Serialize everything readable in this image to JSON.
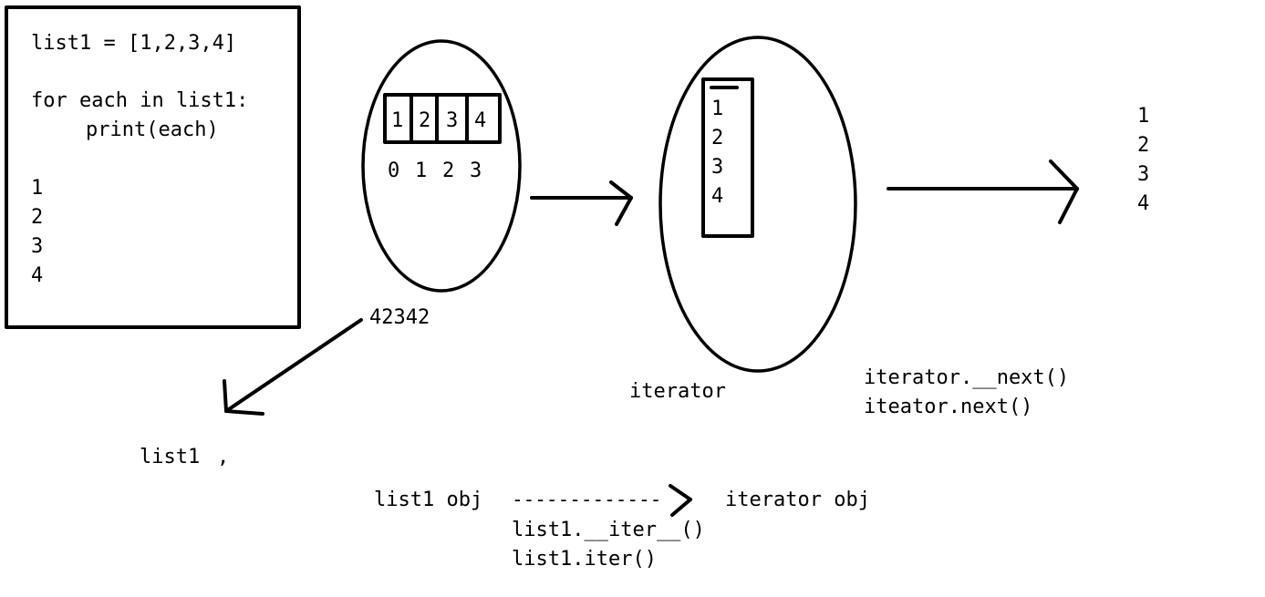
{
  "code_box": {
    "assignment": "list1 = [1,2,3,4]",
    "loop_header": "for each in list1:",
    "loop_body": "print(each)",
    "output": [
      "1",
      "2",
      "3",
      "4"
    ]
  },
  "list_object": {
    "cells": [
      "1",
      "2",
      "3",
      "4"
    ],
    "indices": [
      "0",
      "1",
      "2",
      "3"
    ],
    "address": "42342"
  },
  "reference": {
    "variable": "list1",
    "comma": ","
  },
  "iterator_object": {
    "items": [
      "1",
      "2",
      "3",
      "4"
    ],
    "label": "iterator"
  },
  "iterator_output": [
    "1",
    "2",
    "3",
    "4"
  ],
  "next_calls": {
    "dunder": "iterator.__next()",
    "builtin": "iteator.next()"
  },
  "conversion": {
    "from": "list1 obj",
    "dashes": "-------------",
    "to": "iterator obj",
    "dunder_call": "list1.__iter__()",
    "builtin_call": "list1.iter()"
  }
}
